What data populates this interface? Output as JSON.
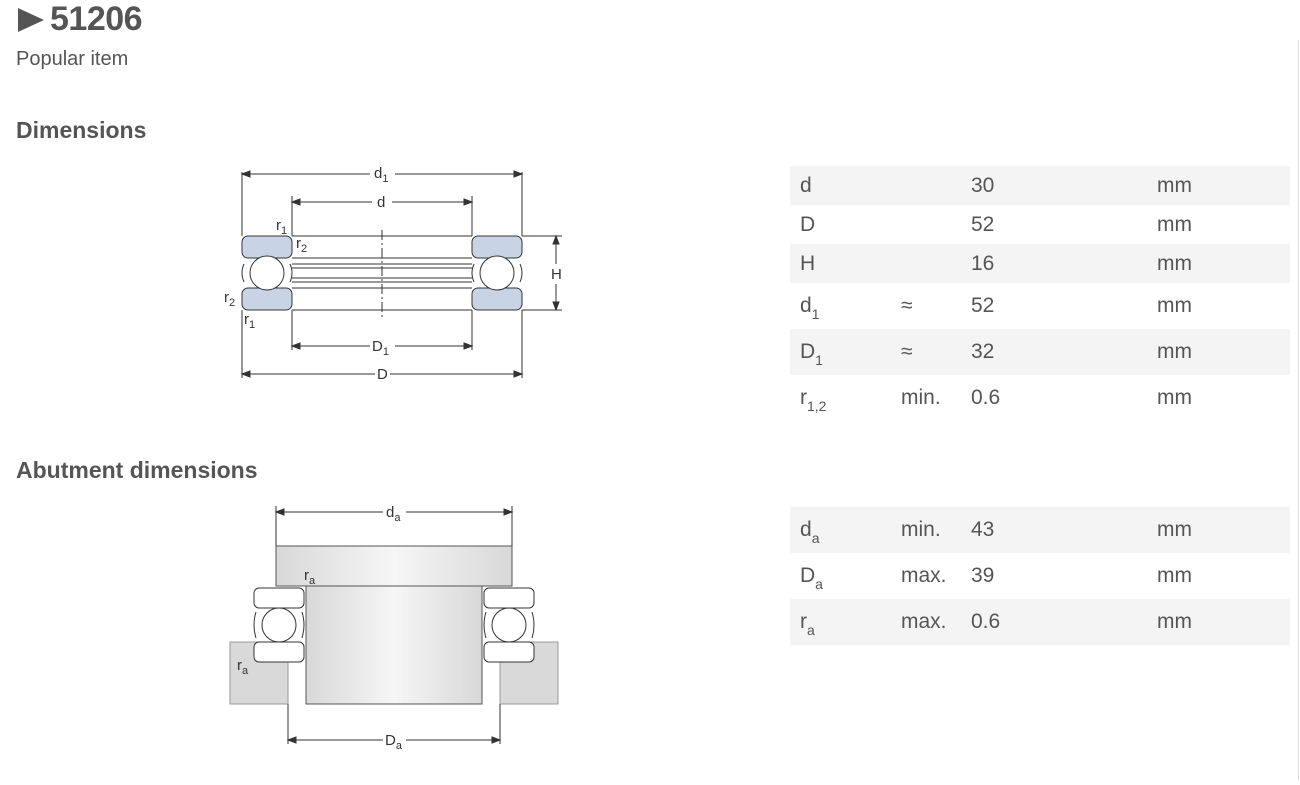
{
  "product": {
    "code": "51206",
    "subtitle": "Popular item"
  },
  "sections": {
    "dimensions": "Dimensions",
    "abutment": "Abutment dimensions"
  },
  "dimensions_table": [
    {
      "symbol": "d",
      "sub": "",
      "qualifier": "",
      "value": "30",
      "unit": "mm"
    },
    {
      "symbol": "D",
      "sub": "",
      "qualifier": "",
      "value": "52",
      "unit": "mm"
    },
    {
      "symbol": "H",
      "sub": "",
      "qualifier": "",
      "value": "16",
      "unit": "mm"
    },
    {
      "symbol": "d",
      "sub": "1",
      "qualifier": "≈",
      "value": "52",
      "unit": "mm"
    },
    {
      "symbol": "D",
      "sub": "1",
      "qualifier": "≈",
      "value": "32",
      "unit": "mm"
    },
    {
      "symbol": "r",
      "sub": "1,2",
      "qualifier": "min.",
      "value": "0.6",
      "unit": "mm"
    }
  ],
  "abutment_table": [
    {
      "symbol": "d",
      "sub": "a",
      "qualifier": "min.",
      "value": "43",
      "unit": "mm"
    },
    {
      "symbol": "D",
      "sub": "a",
      "qualifier": "max.",
      "value": "39",
      "unit": "mm"
    },
    {
      "symbol": "r",
      "sub": "a",
      "qualifier": "max.",
      "value": "0.6",
      "unit": "mm"
    }
  ],
  "diagram1_labels": {
    "d1": "d",
    "d1_sub": "1",
    "d": "d",
    "r1_top": "r",
    "r1_top_sub": "1",
    "r2_top": "r",
    "r2_top_sub": "2",
    "r2_left": "r",
    "r2_left_sub": "2",
    "r1_left": "r",
    "r1_left_sub": "1",
    "H": "H",
    "D1": "D",
    "D1_sub": "1",
    "D": "D"
  },
  "diagram2_labels": {
    "da": "d",
    "da_sub": "a",
    "ra_top": "r",
    "ra_top_sub": "a",
    "ra_left": "r",
    "ra_left_sub": "a",
    "Da": "D",
    "Da_sub": "a"
  },
  "colors": {
    "ring_fill": "#c9d3e6",
    "row_shade": "#f4f4f4",
    "text": "#555555"
  }
}
